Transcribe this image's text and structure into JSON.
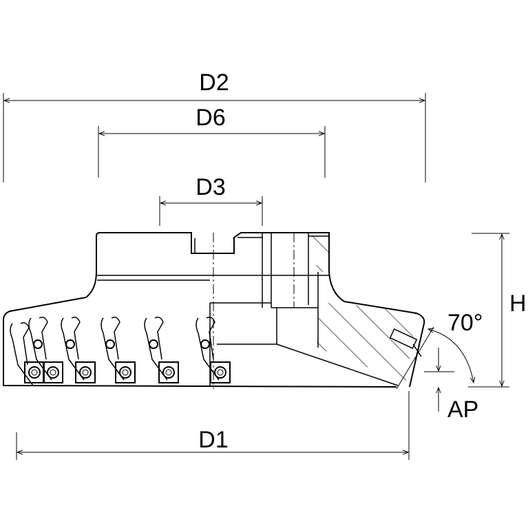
{
  "labels": {
    "d2": "D2",
    "d6": "D6",
    "d3": "D3",
    "d1": "D1",
    "h": "H",
    "angle": "70°",
    "ap": "AP"
  },
  "colors": {
    "ink": "#000000",
    "background": "#ffffff"
  }
}
